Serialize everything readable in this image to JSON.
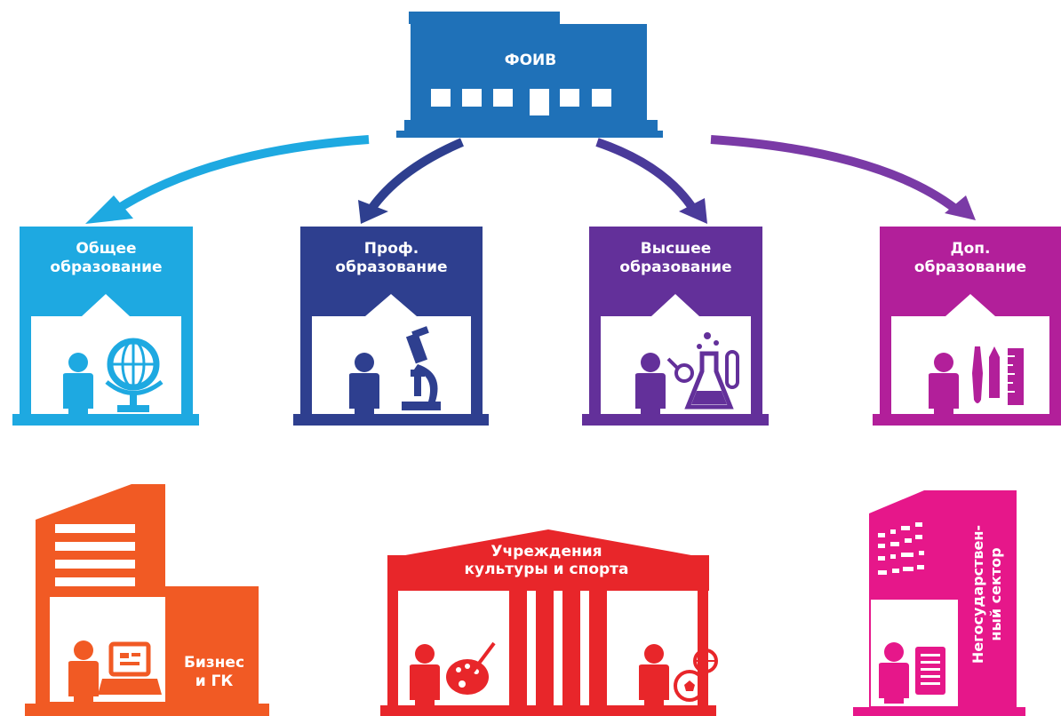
{
  "colors": {
    "foiv": "#1f71b8",
    "general": "#1ea9e1",
    "prof": "#2e3f8f",
    "higher": "#63309a",
    "additional": "#b21f9a",
    "business": "#f15a24",
    "culture": "#e8262a",
    "nonstate": "#e6178a"
  },
  "top": {
    "title": "ФОИВ"
  },
  "education": [
    {
      "line1": "Общее",
      "line2": "образование",
      "icon": "globe-icon"
    },
    {
      "line1": "Проф.",
      "line2": "образование",
      "icon": "microscope-icon"
    },
    {
      "line1": "Высшее",
      "line2": "образование",
      "icon": "flask-icon"
    },
    {
      "line1": "Доп.",
      "line2": "образование",
      "icon": "brush-pencil-ruler-icon"
    }
  ],
  "bottom": {
    "business": {
      "line1": "Бизнес",
      "line2": "и ГК",
      "icon": "laptop-icon"
    },
    "culture": {
      "line1": "Учреждения",
      "line2": "культуры и спорта",
      "icons": [
        "palette-icon",
        "balls-icon"
      ]
    },
    "nonstate": {
      "line1": "Негосударствен-",
      "line2": "ный сектор",
      "icon": "document-icon"
    }
  }
}
